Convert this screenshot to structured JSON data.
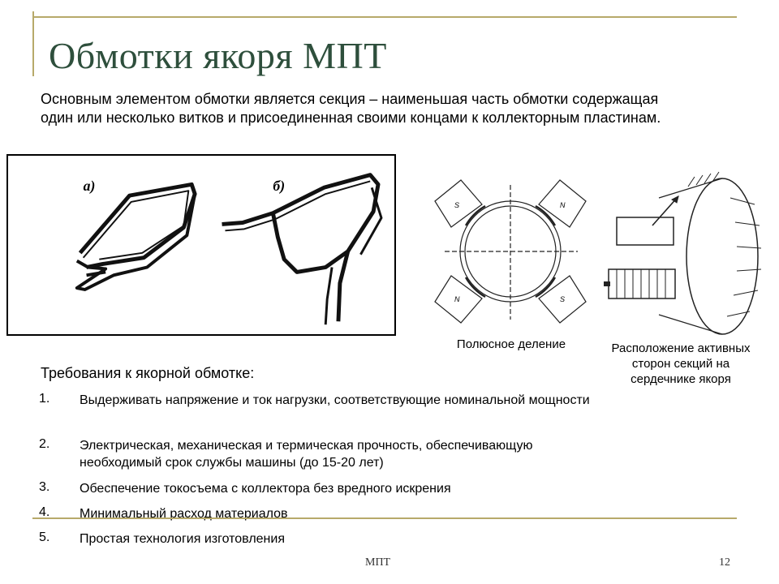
{
  "slide": {
    "title": "Обмотки якоря МПТ",
    "intro": "Основным элементом обмотки является секция – наименьшая часть обмотки содержащая один или несколько витков и присоединенная своими концами к коллекторным пластинам.",
    "figure_a_label": "а)",
    "figure_b_label": "б)",
    "pole_caption": "Полюсное деление",
    "pole_labels": [
      "S",
      "N",
      "N",
      "S"
    ],
    "armature_caption_lines": [
      "Расположение активных",
      "сторон секций на",
      "сердечнике якоря"
    ],
    "requirements_title": "Требования к якорной обмотке:",
    "requirements": [
      {
        "num": "1.",
        "text": "Выдерживать напряжение и ток нагрузки, соответствующие номинальной мощности"
      },
      {
        "num": "2.",
        "text": "Электрическая, механическая и термическая прочность, обеспечивающую необходимый срок службы машины (до 15-20 лет)"
      },
      {
        "num": "3.",
        "text": "Обеспечение токосъема с коллектора без вредного искрения"
      },
      {
        "num": "4.",
        "text": "Минимальный расход материалов"
      },
      {
        "num": "5.",
        "text": "Простая технология изготовления"
      }
    ],
    "footer_center": "МПТ",
    "page_number": "12",
    "colors": {
      "title": "#2e4f3c",
      "decor": "#b7a96a"
    }
  }
}
